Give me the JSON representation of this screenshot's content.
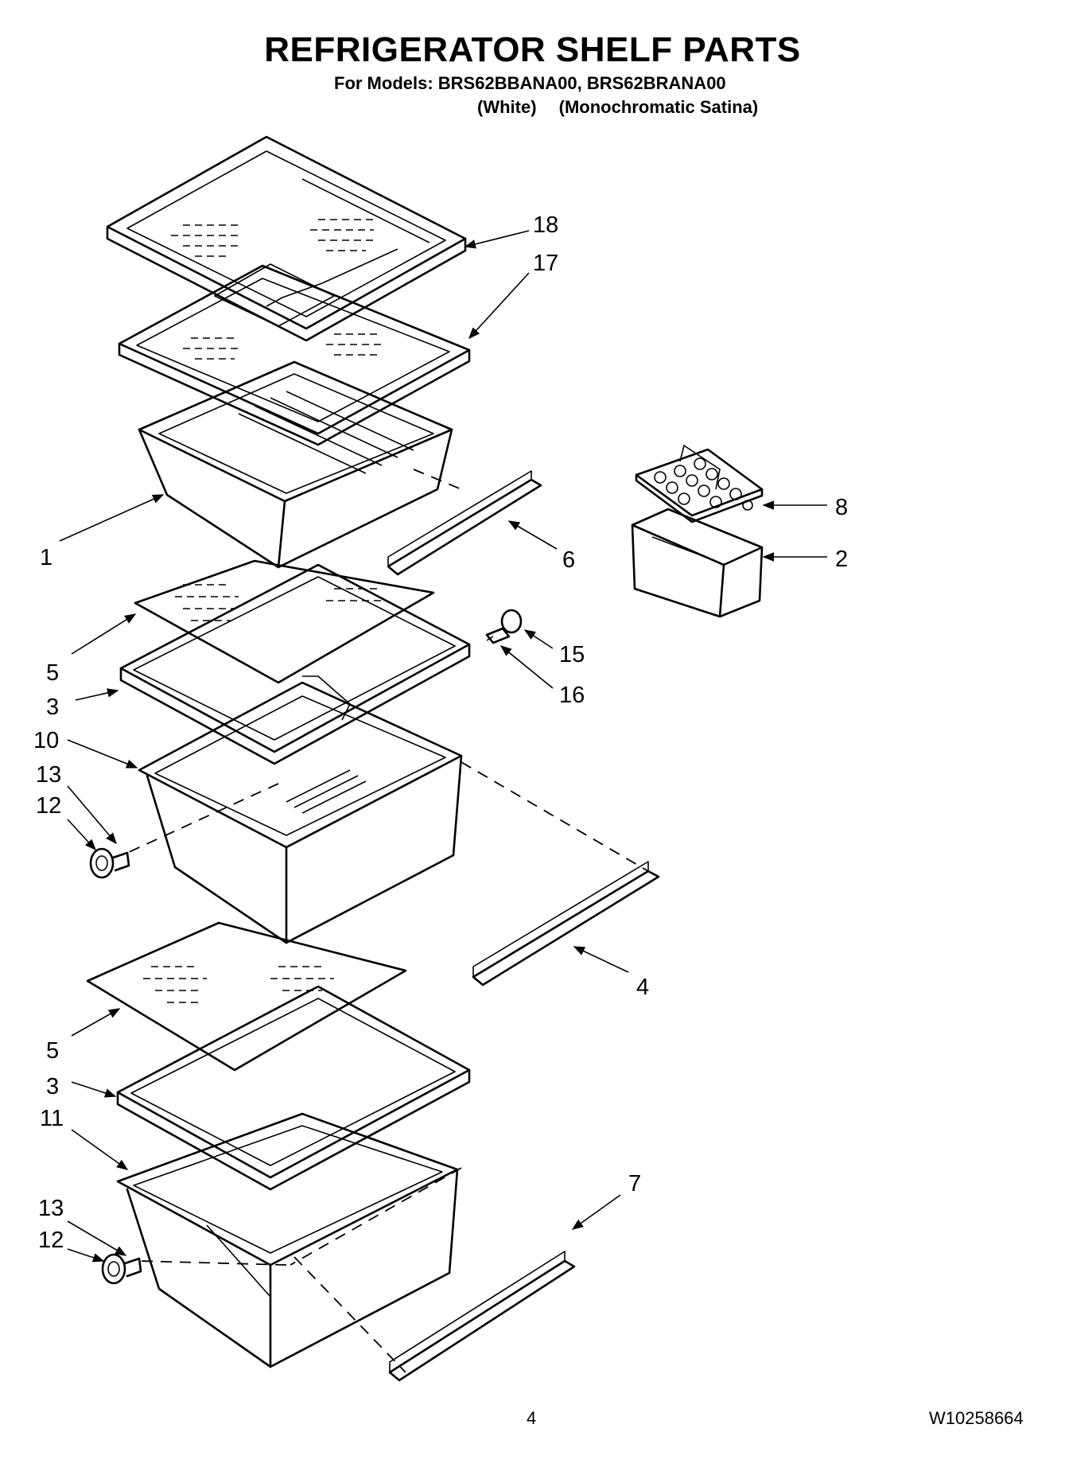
{
  "header": {
    "title": "REFRIGERATOR SHELF PARTS",
    "models_line": "For Models: BRS62BBANA00, BRS62BRANA00",
    "color_white": "(White)",
    "color_satina": "(Monochromatic Satina)"
  },
  "callouts": {
    "c18": "18",
    "c17": "17",
    "c1": "1",
    "c6": "6",
    "c8": "8",
    "c2": "2",
    "c5a": "5",
    "c3a": "3",
    "c15": "15",
    "c16": "16",
    "c10": "10",
    "c13a": "13",
    "c12a": "12",
    "c4": "4",
    "c5b": "5",
    "c3b": "3",
    "c11": "11",
    "c7": "7",
    "c13b": "13",
    "c12b": "12"
  },
  "footer": {
    "page_number": "4",
    "document_number": "W10258664"
  }
}
